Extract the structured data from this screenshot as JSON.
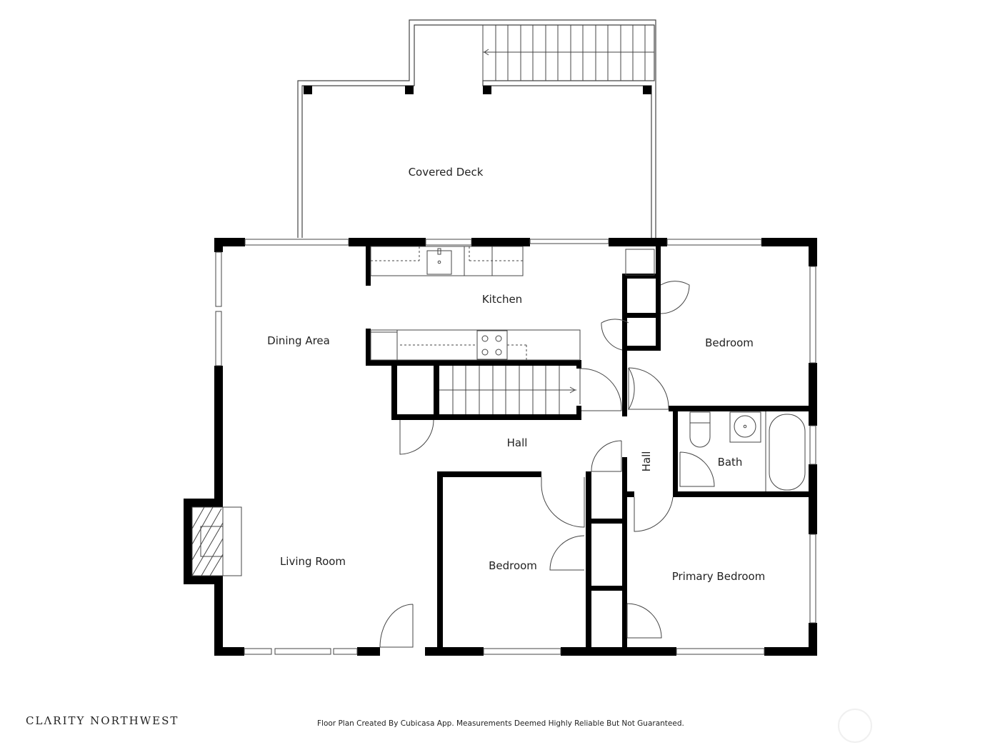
{
  "rooms": {
    "covered_deck": "Covered Deck",
    "kitchen": "Kitchen",
    "dining_area": "Dining Area",
    "bedroom_ne": "Bedroom",
    "hall_center": "Hall",
    "hall_vertical": "Hall",
    "bath": "Bath",
    "living_room": "Living Room",
    "bedroom_s": "Bedroom",
    "primary_bedroom": "Primary Bedroom"
  },
  "footer": {
    "brand": "CLΛRITY  NORTHWEST",
    "disclaimer": "Floor Plan Created By Cubicasa App. Measurements Deemed Highly Reliable But Not Guaranteed."
  },
  "colors": {
    "wall": "#000000",
    "line": "#333333",
    "background": "#ffffff"
  }
}
